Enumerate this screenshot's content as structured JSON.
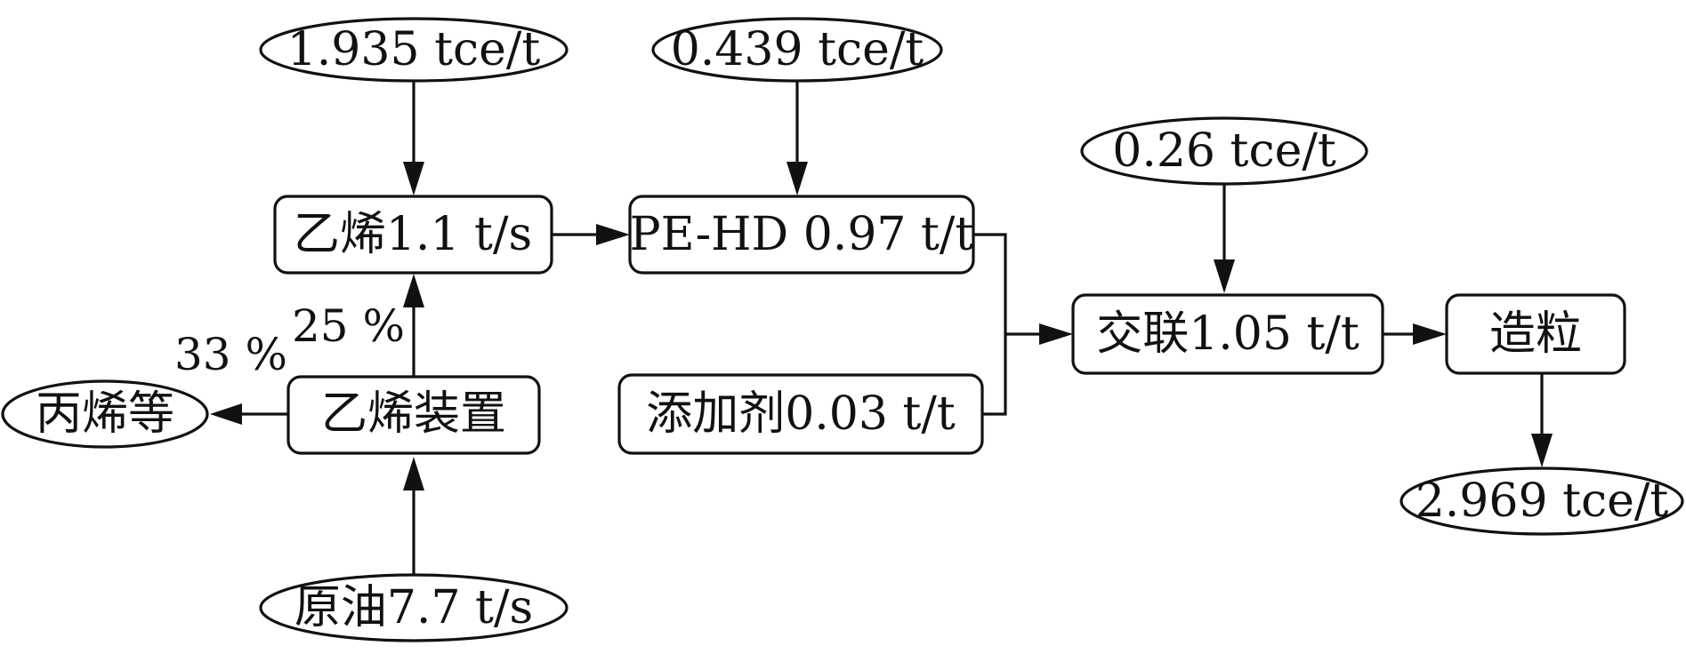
{
  "diagram": {
    "inputs": {
      "energy_ethylene": "1.935 tce/t",
      "energy_pehd": "0.439 tce/t",
      "energy_crosslink": "0.26 tce/t",
      "energy_total": "2.969 tce/t",
      "crude_oil": "原油7.7 t/s",
      "propylene": "丙烯等"
    },
    "process": {
      "ethylene": "乙烯1.1 t/s",
      "pehd": "PE-HD 0.97 t/t",
      "cracker": "乙烯装置",
      "additive": "添加剂0.03 t/t",
      "crosslink": "交联1.05 t/t",
      "pelletizing": "造粒"
    },
    "percentages": {
      "ethylene_share": "25 %",
      "propylene_share": "33 %"
    }
  }
}
